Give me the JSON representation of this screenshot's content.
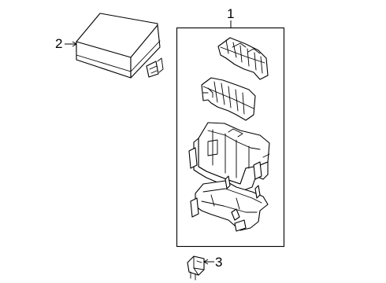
{
  "callouts": {
    "assembly": "1",
    "cover": "2",
    "fuse": "3"
  },
  "colors": {
    "line": "#000000",
    "background": "#ffffff"
  }
}
